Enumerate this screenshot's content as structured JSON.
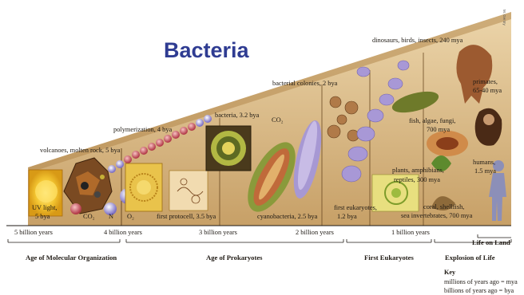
{
  "title": "Bacteria",
  "credit": "M. Gentry",
  "events": [
    {
      "id": "dinosaurs",
      "text": "dinosaurs, birds, insects, 240 mya"
    },
    {
      "id": "primates",
      "text": "primates,"
    },
    {
      "id": "primates2",
      "text": "65-40 mya"
    },
    {
      "id": "colonies",
      "text": "bacterial colonies, 2 bya"
    },
    {
      "id": "fish",
      "text": "fish, algae, fungi,"
    },
    {
      "id": "fish2",
      "text": "700 mya"
    },
    {
      "id": "bacteria32",
      "text": "bacteria, 3.2 bya"
    },
    {
      "id": "co2a",
      "text": "CO₂"
    },
    {
      "id": "polymerization",
      "text": "polymerization, 4 bya"
    },
    {
      "id": "volcanoes",
      "text": "volcanoes, molten rock, 5 bya"
    },
    {
      "id": "humans",
      "text": "humans,"
    },
    {
      "id": "humans2",
      "text": "1.5 mya"
    },
    {
      "id": "plants",
      "text": "plants, amphibians,"
    },
    {
      "id": "plants2",
      "text": "reptiles, 300 mya"
    },
    {
      "id": "coral",
      "text": "coral, shellfish,"
    },
    {
      "id": "coral2",
      "text": "sea invertebrates, 700 mya"
    },
    {
      "id": "eukaryotes",
      "text": "first eukaryotes,"
    },
    {
      "id": "eukaryotes2",
      "text": "1.2 bya"
    },
    {
      "id": "uv",
      "text": "UV light,"
    },
    {
      "id": "uv2",
      "text": "5 bya"
    },
    {
      "id": "co2b",
      "text": "CO₂"
    },
    {
      "id": "n",
      "text": "N"
    },
    {
      "id": "o2",
      "text": "O₂"
    },
    {
      "id": "protocell",
      "text": "first protocell, 3.5 bya"
    },
    {
      "id": "cyano",
      "text": "cyanobacteria, 2.5 bya"
    }
  ],
  "axis_labels": [
    "5 billion years",
    "4 billion years",
    "3 billion years",
    "2 billion years",
    "1 billion years"
  ],
  "life_on_land": "Life on Land",
  "eras": [
    "Age of Molecular Organization",
    "Age of Prokaryotes",
    "First Eukaryotes",
    "Explosion of Life"
  ],
  "key": {
    "title": "Key",
    "line1": "millions of years ago = mya",
    "line2": "billions of years ago = bya"
  },
  "colors": {
    "title": "#2f3c92",
    "wedge_top": "#e8cfa2",
    "wedge_bottom": "#c9a46a",
    "cell_yellow": "#e8c23a",
    "cell_green": "#9dbb3f",
    "purple": "#9e8fc9",
    "text": "#1f1a14"
  }
}
